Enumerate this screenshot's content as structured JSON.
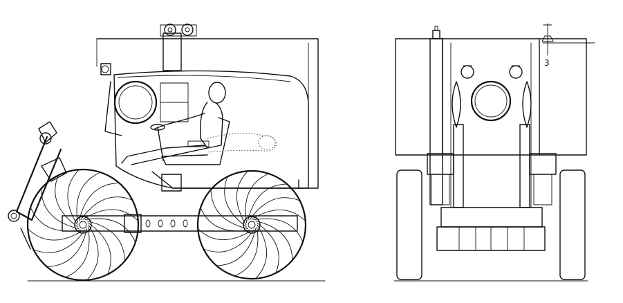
{
  "annotation": {
    "label": "3"
  },
  "views": [
    {
      "id": "side-view"
    },
    {
      "id": "front-view"
    }
  ]
}
